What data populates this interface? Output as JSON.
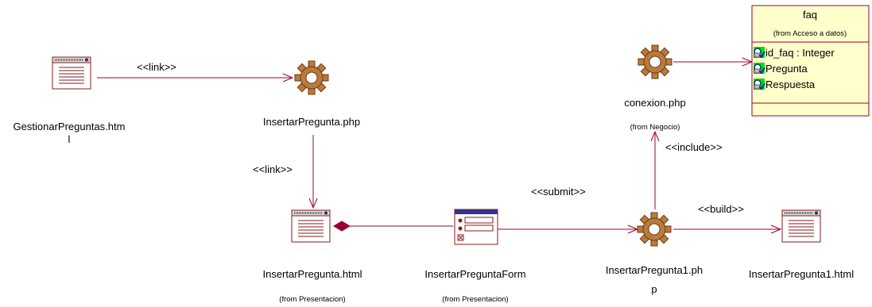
{
  "nodes": {
    "gestionar": {
      "label_line1": "GestionarPreguntas.htm",
      "label_line2": "l"
    },
    "insertar_php": {
      "label": "InsertarPregunta.php"
    },
    "insertar_html": {
      "label": "InsertarPregunta.html",
      "from": "(from Presentacion)"
    },
    "insertar_form": {
      "label": "InsertarPreguntaForm",
      "from": "(from Presentacion)"
    },
    "insertar1_php": {
      "label_line1": "InsertarPregunta1.ph",
      "label_line2": "p"
    },
    "insertar1_html": {
      "label": "InsertarPregunta1.html"
    },
    "conexion": {
      "label": "conexion.php",
      "from": "(from Negocio)"
    },
    "faq": {
      "name": "faq",
      "from": "(from Acceso a datos)",
      "attributes": [
        "id_faq : Integer",
        "Pregunta",
        "Respuesta"
      ]
    }
  },
  "stereotypes": {
    "link1": "<<link>>",
    "link2": "<<link>>",
    "submit": "<<submit>>",
    "include": "<<include>>",
    "build": "<<build>>"
  },
  "colors": {
    "line": "#990033",
    "faq_fill": "#ffffcc",
    "gear_fill": "#b97a3c",
    "attr_icon_bg": "#00e000"
  }
}
